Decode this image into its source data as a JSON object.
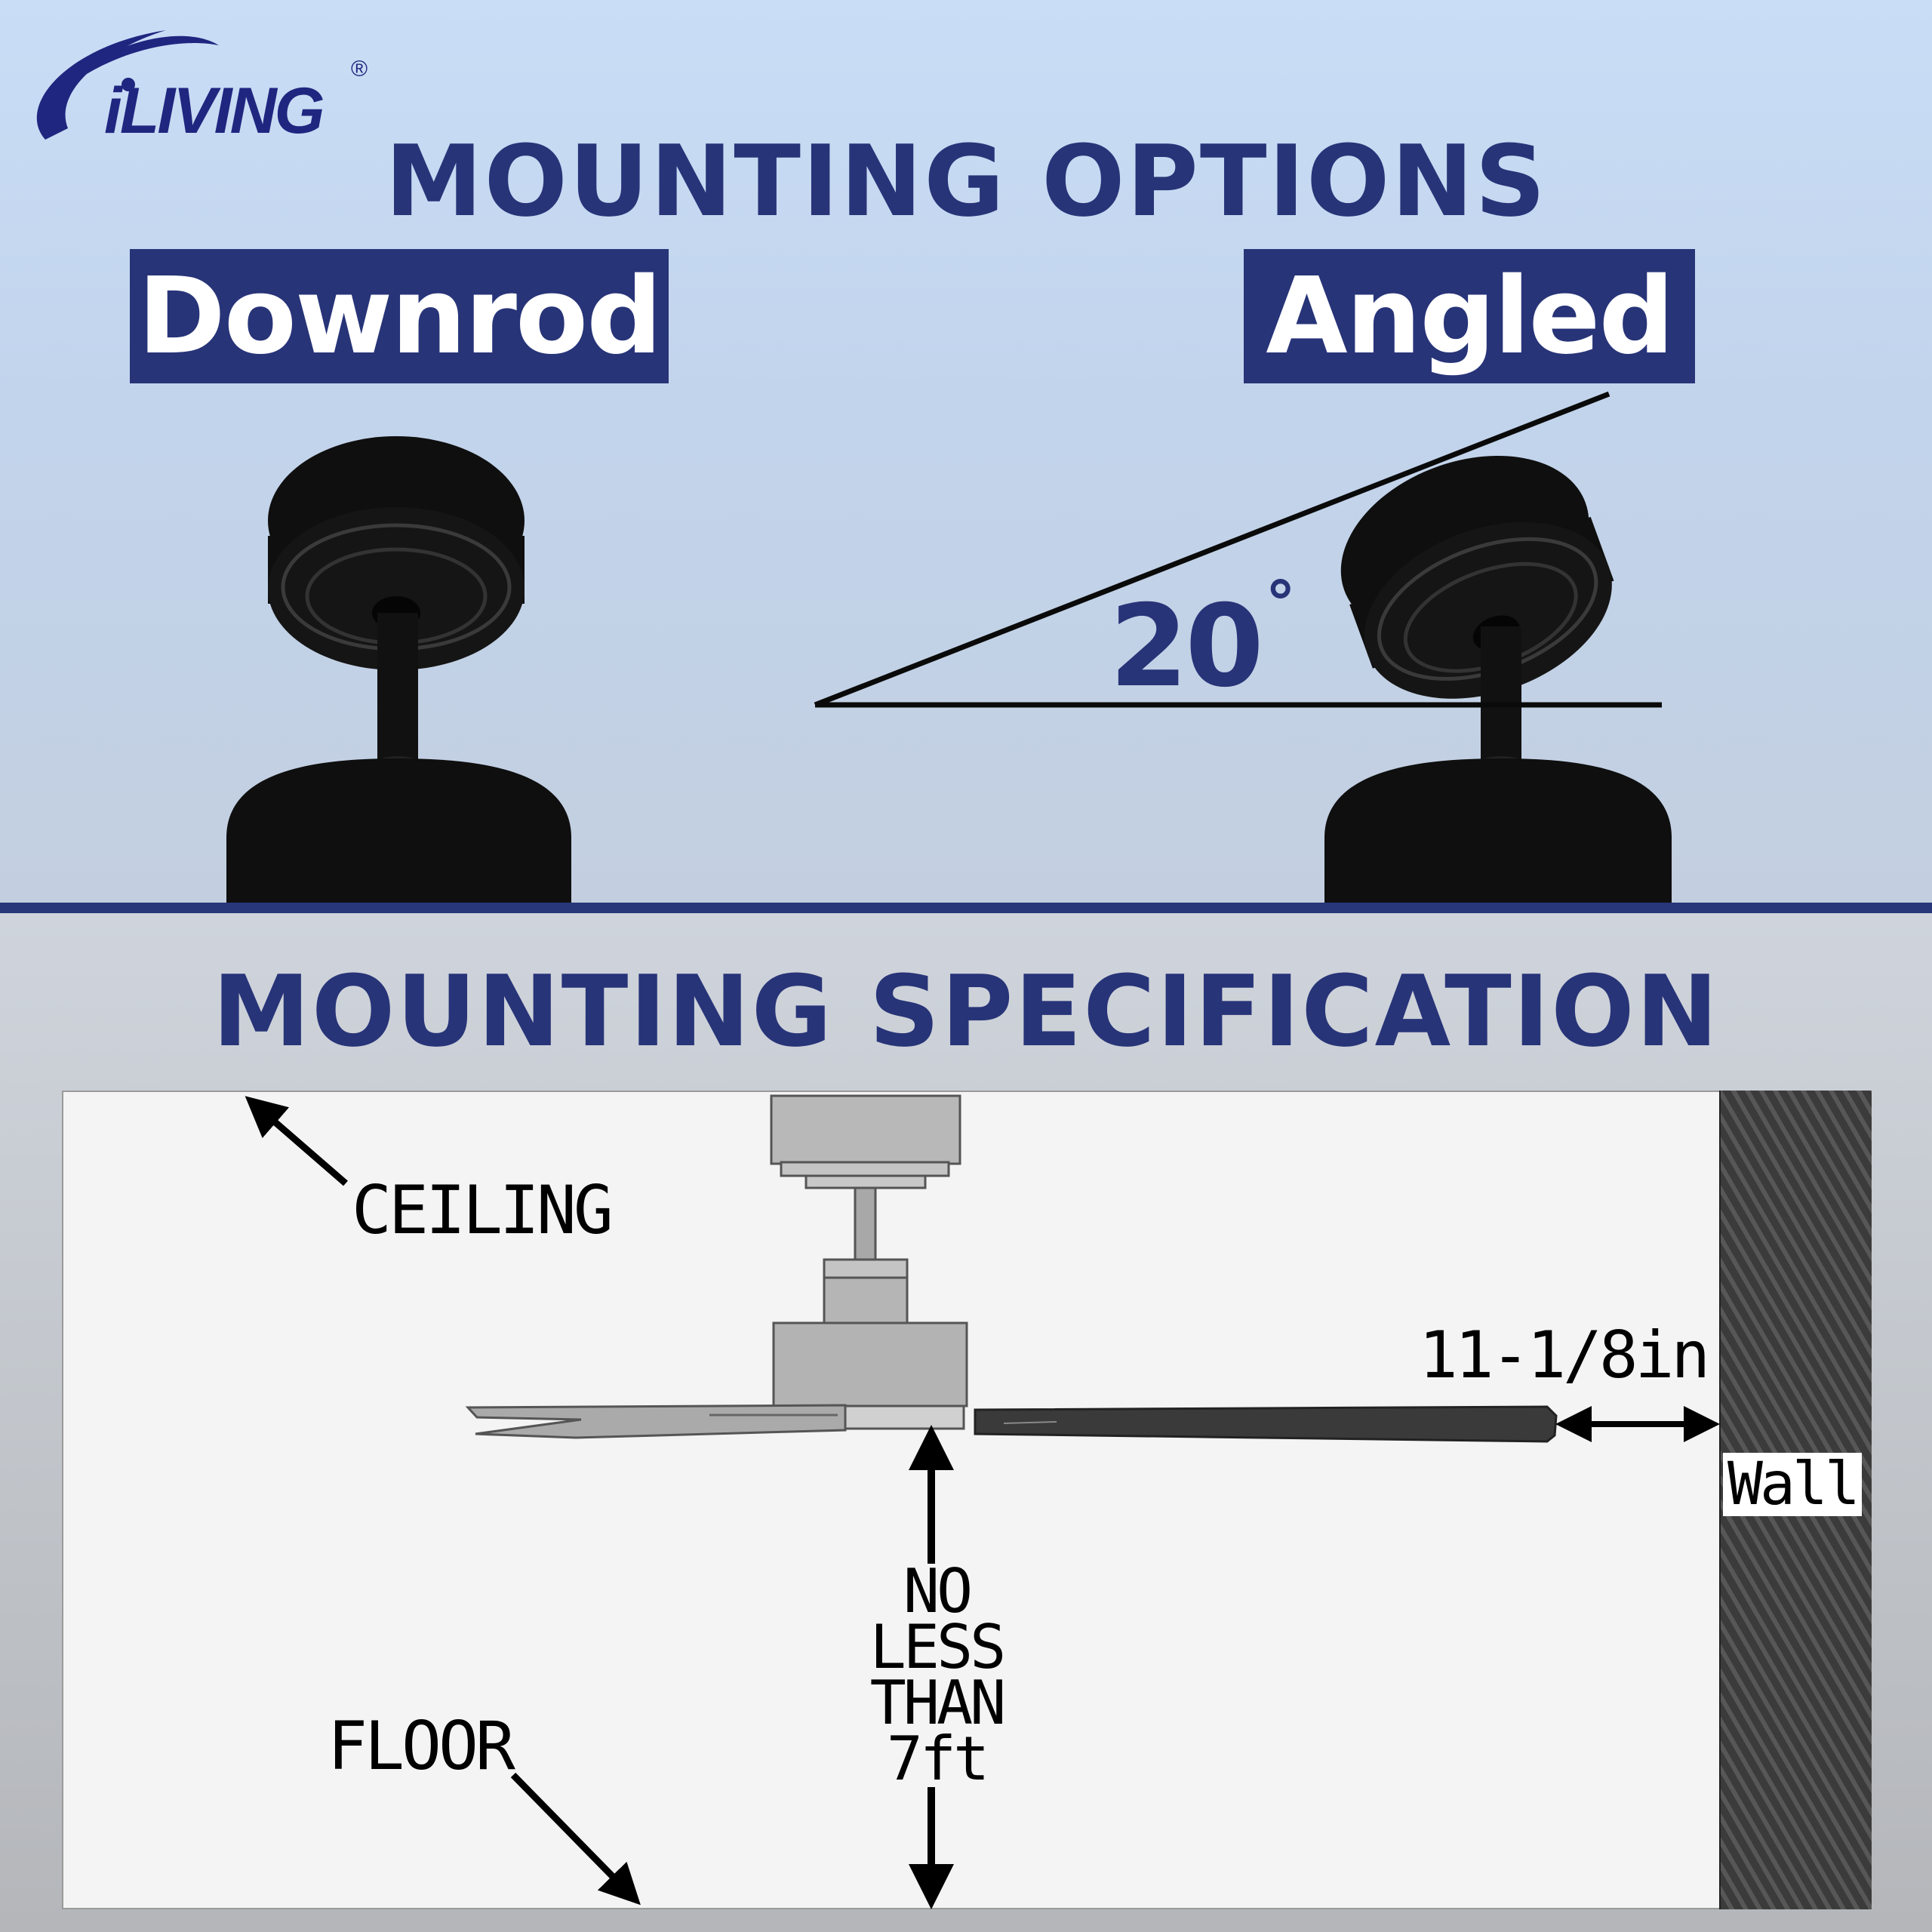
{
  "brand": {
    "logo_text": "iLIVING",
    "registered_mark": "®"
  },
  "mounting_options": {
    "title": "MOUNTING OPTIONS",
    "options": [
      {
        "label": "Downrod"
      },
      {
        "label": "Angled"
      }
    ],
    "angle_value": "20",
    "angle_unit": "°"
  },
  "mounting_specification": {
    "title": "MOUNTING SPECIFICATION",
    "ceiling_label": "CEILING",
    "floor_label": "FLOOR",
    "clearance_lines": [
      "NO LESS",
      "THAN",
      "7ft"
    ],
    "wall_gap": "11-1/8in",
    "wall_label": "Wall"
  },
  "colors": {
    "brand_navy": "#283478",
    "fan_black": "#0f0f0f",
    "fan_silver": "#b5b5b5"
  }
}
